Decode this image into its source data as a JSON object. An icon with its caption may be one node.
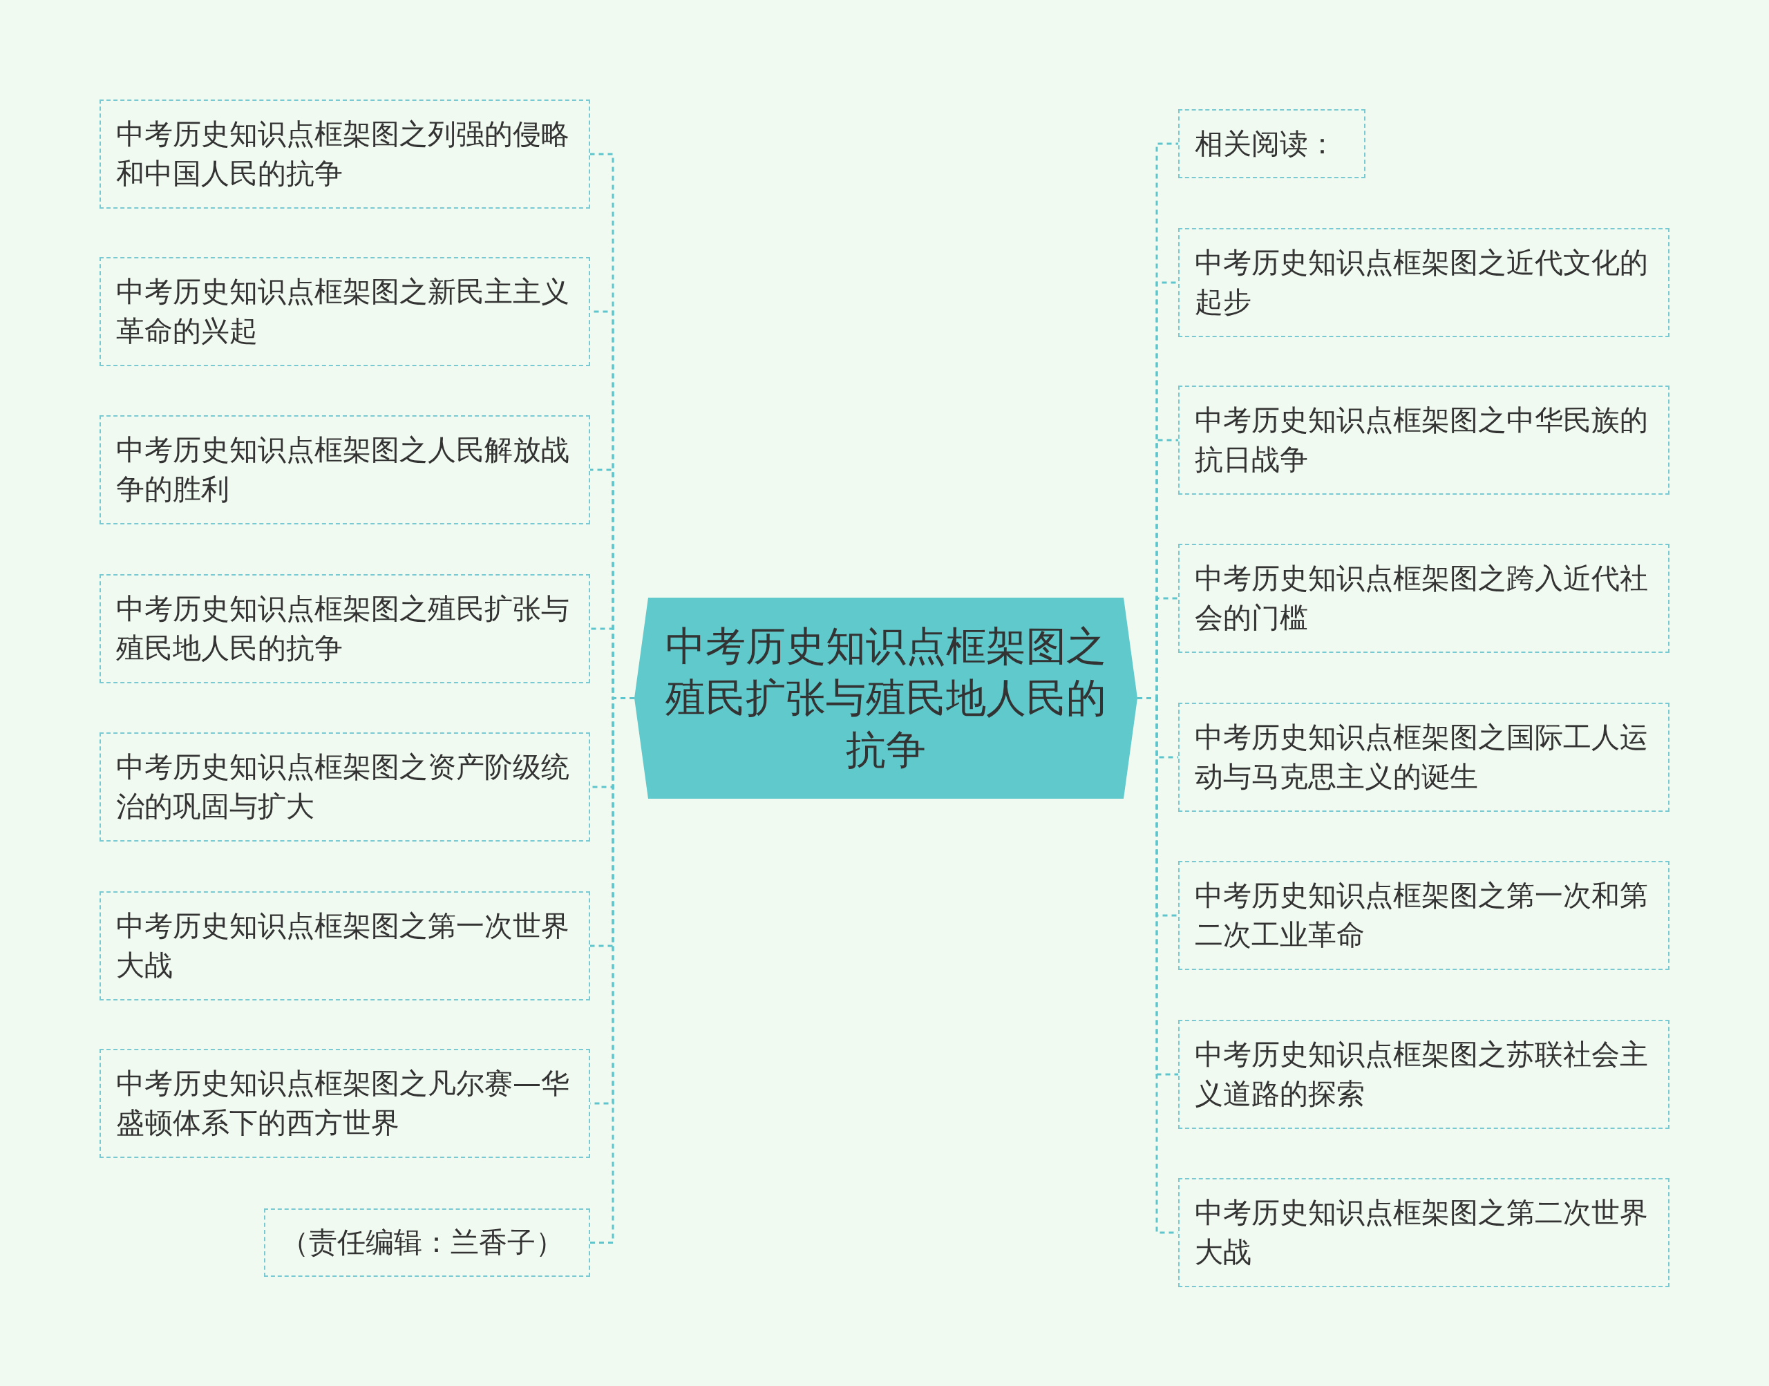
{
  "diagram": {
    "nodes": [
      {
        "text": [
          "中考历史知识点框架图之殖民扩张与殖民地人民的抗争"
        ]
      },
      {
        "text": [
          "中考历史知识点框架图之列强的侵略和中国人民的抗争"
        ]
      },
      {
        "text": [
          "中考历史知识点框架图之新民主主义革命的兴起"
        ]
      },
      {
        "text": [
          "中考历史知识点框架图之人民解放战争的胜利"
        ]
      },
      {
        "text": [
          "中考历史知识点框架图之殖民扩张与殖民地人民的抗争"
        ]
      },
      {
        "text": [
          "中考历史知识点框架图之资产阶级统治的巩固与扩大"
        ]
      },
      {
        "text": [
          "中考历史知识点框架图之第一次世界大战"
        ]
      },
      {
        "text": [
          "中考历史知识点框架图之凡尔赛—华盛顿体系下的西方世界"
        ]
      },
      {
        "text": [
          "（责任编辑：兰香子）"
        ]
      },
      {
        "text": [
          "相关阅读："
        ]
      },
      {
        "text": [
          "中考历史知识点框架图之近代文化的起步"
        ]
      },
      {
        "text": [
          "中考历史知识点框架图之中华民族的抗日战争"
        ]
      },
      {
        "text": [
          "中考历史知识点框架图之跨入近代社会的门槛"
        ]
      },
      {
        "text": [
          "中考历史知识点框架图之国际工人运动与马克思主义的诞生"
        ]
      },
      {
        "text": [
          "中考历史知识点框架图之第一次和第二次工业革命"
        ]
      },
      {
        "text": [
          "中考历史知识点框架图之苏联社会主义道路的探索"
        ]
      },
      {
        "text": [
          "中考历史知识点框架图之第二次世界大战"
        ]
      }
    ],
    "edges": [
      {
        "from": 0,
        "to": 1,
        "arrow": "none"
      },
      {
        "from": 0,
        "to": 2,
        "arrow": "none"
      },
      {
        "from": 0,
        "to": 3,
        "arrow": "none"
      },
      {
        "from": 0,
        "to": 4,
        "arrow": "none"
      },
      {
        "from": 0,
        "to": 5,
        "arrow": "none"
      },
      {
        "from": 0,
        "to": 6,
        "arrow": "none"
      },
      {
        "from": 0,
        "to": 7,
        "arrow": "none"
      },
      {
        "from": 0,
        "to": 8,
        "arrow": "none"
      },
      {
        "from": 0,
        "to": 9,
        "arrow": "none"
      },
      {
        "from": 0,
        "to": 10,
        "arrow": "none"
      },
      {
        "from": 0,
        "to": 11,
        "arrow": "none"
      },
      {
        "from": 0,
        "to": 12,
        "arrow": "none"
      },
      {
        "from": 0,
        "to": 13,
        "arrow": "none"
      },
      {
        "from": 0,
        "to": 14,
        "arrow": "none"
      },
      {
        "from": 0,
        "to": 15,
        "arrow": "none"
      },
      {
        "from": 0,
        "to": 16,
        "arrow": "none"
      }
    ]
  }
}
